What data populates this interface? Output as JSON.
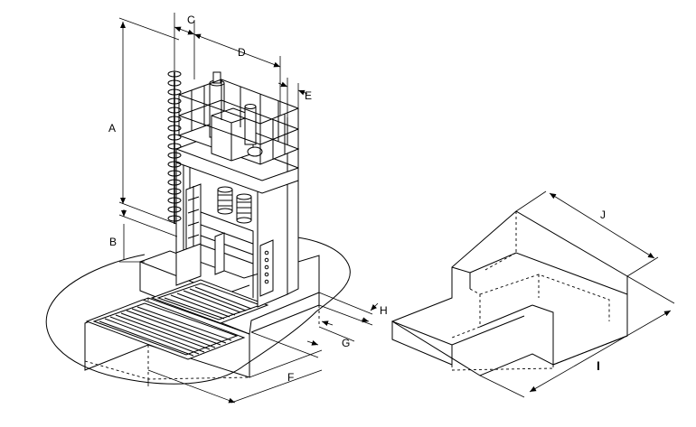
{
  "diagram": {
    "dimension_labels": {
      "a": "A",
      "b": "B",
      "c": "C",
      "d": "D",
      "e": "E",
      "f": "F",
      "g": "G",
      "h": "H",
      "i": "I",
      "j": "J"
    }
  }
}
